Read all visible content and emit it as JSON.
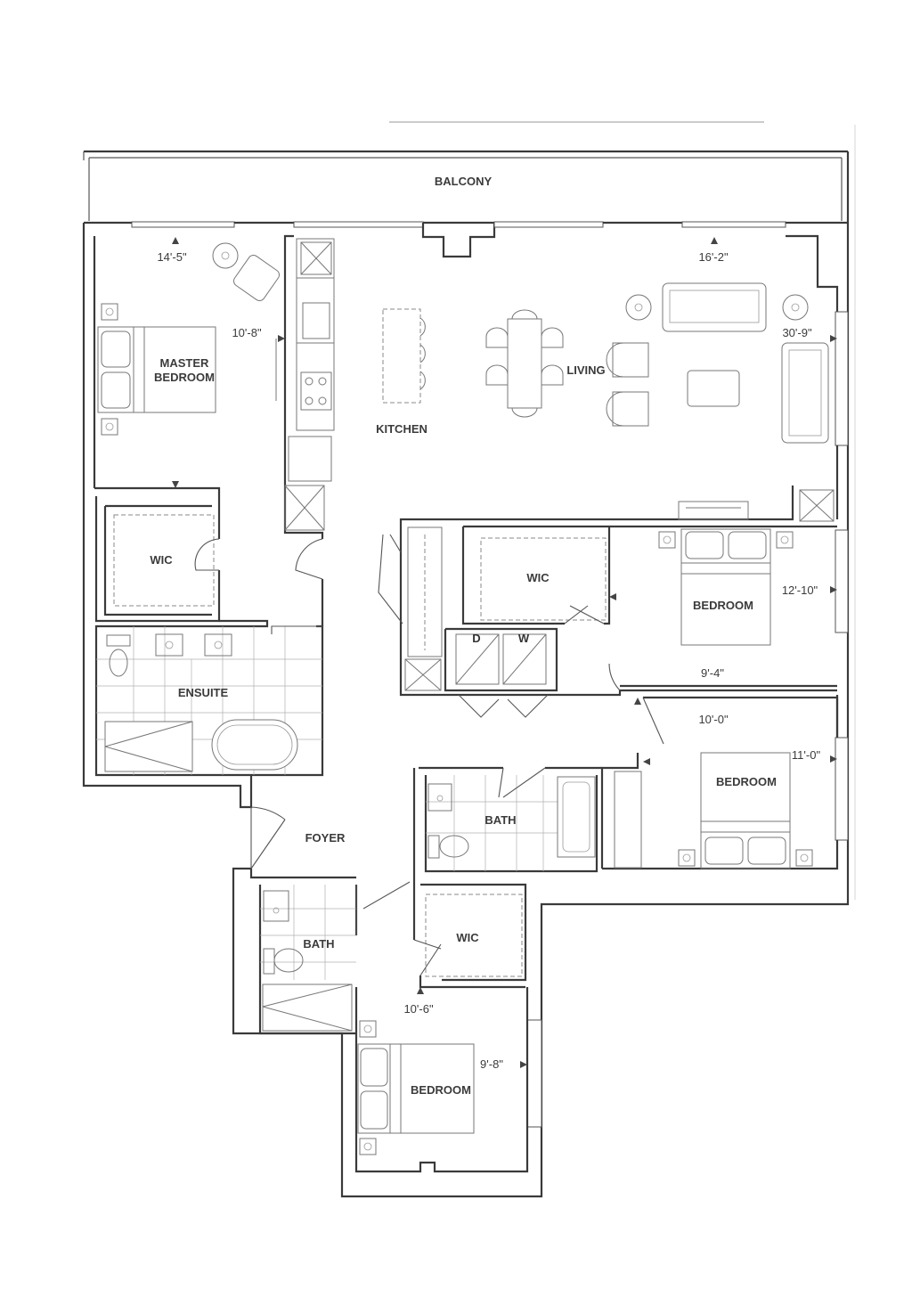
{
  "rooms": {
    "balcony": "BALCONY",
    "master_bedroom_1": "MASTER",
    "master_bedroom_2": "BEDROOM",
    "kitchen": "KITCHEN",
    "living": "LIVING",
    "wic_master": "WIC",
    "wic_middle": "WIC",
    "bedroom_2": "BEDROOM",
    "ensuite": "ENSUITE",
    "bedroom_3": "BEDROOM",
    "bath_main": "BATH",
    "foyer": "FOYER",
    "bath_lower": "BATH",
    "wic_lower": "WIC",
    "bedroom_4": "BEDROOM",
    "dryer": "D",
    "washer": "W"
  },
  "dimensions": {
    "master_width": "14'-5\"",
    "master_depth": "10'-8\"",
    "living_width": "16'-2\"",
    "living_depth": "30'-9\"",
    "bedroom2_depth": "12'-10\"",
    "bedroom2_width": "9'-4\"",
    "bedroom3_width": "10'-0\"",
    "bedroom3_depth": "11'-0\"",
    "bedroom4_width": "10'-6\"",
    "bedroom4_depth": "9'-8\""
  }
}
